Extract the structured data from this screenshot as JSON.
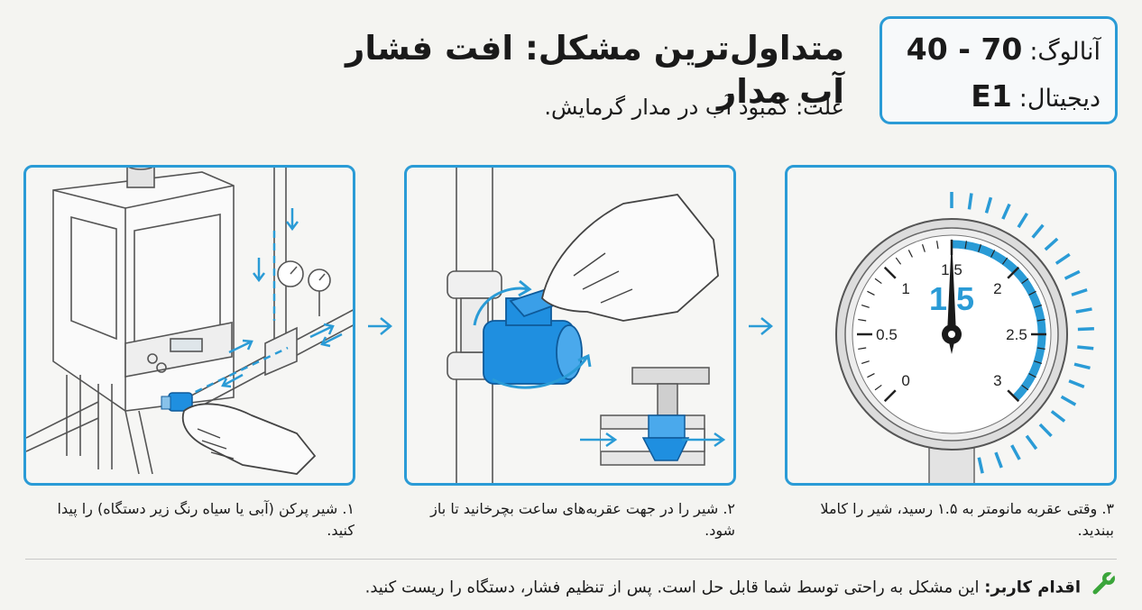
{
  "header": {
    "title": "متداول‌ترین مشکل: افت فشار آب مدار",
    "cause": "علت: کمبود آب در مدار گرمایش."
  },
  "error_codes": {
    "analog_label": "آنالوگ:",
    "analog_value": "40 - 70",
    "digital_label": "دیجیتال:",
    "digital_value": "E1"
  },
  "steps": [
    {
      "caption": "۱. شیر پرکن (آبی یا سیاه رنگ زیر دستگاه) را پیدا کنید."
    },
    {
      "caption": "۲. شیر را در جهت عقربه‌های ساعت بچرخانید تا باز شود."
    },
    {
      "caption": "۳. وقتی عقربه مانومتر به ۱.۵ رسید، شیر را کاملا ببندید."
    }
  ],
  "gauge": {
    "min": 0,
    "max": 3,
    "needle_value": 1.5,
    "ticks": [
      "0",
      "0.5",
      "1",
      "1.5",
      "2",
      "2.5",
      "3"
    ],
    "big_label": "1.5"
  },
  "footer": {
    "label": "اقدام کاربر:",
    "text": "این مشکل به راحتی توسط شما قابل حل است. پس از تنظیم فشار، دستگاه را ریست کنید."
  },
  "colors": {
    "accent": "#2a9bd6",
    "valve": "#1f8fe0",
    "wrench": "#3aa53a"
  },
  "icons": [
    "arrow-right-icon",
    "wrench-icon"
  ]
}
